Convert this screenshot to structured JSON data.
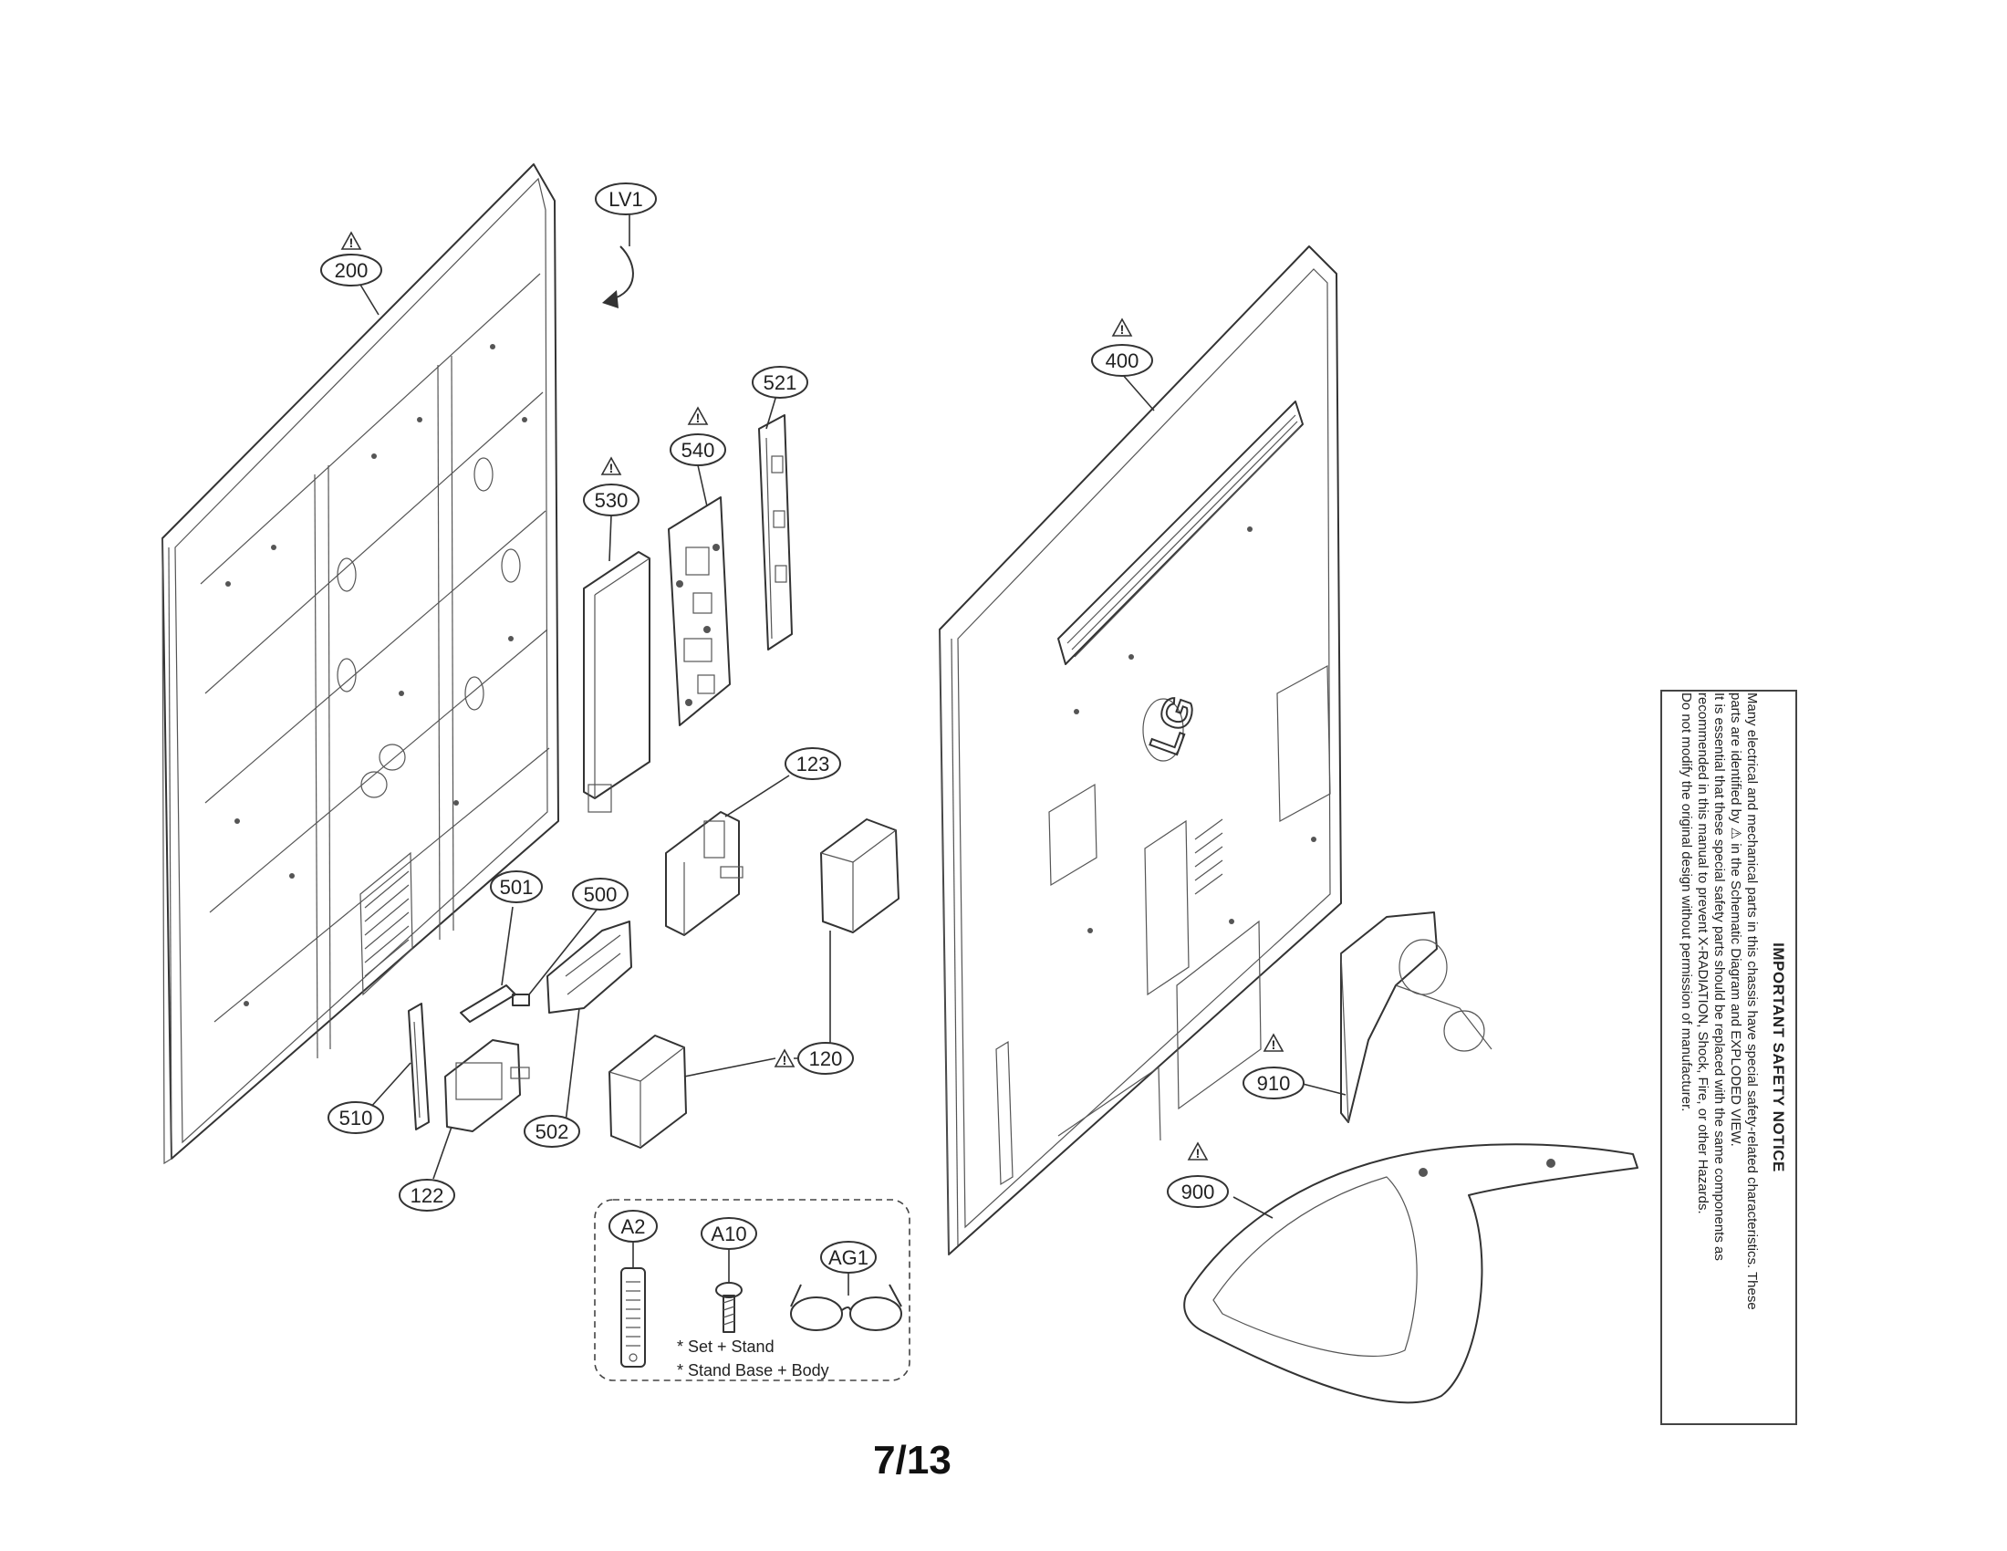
{
  "callouts": {
    "c200": "200",
    "clv1": "LV1",
    "c521": "521",
    "c540": "540",
    "c530": "530",
    "c400": "400",
    "c123": "123",
    "c501": "501",
    "c500": "500",
    "c120": "120",
    "c510": "510",
    "c502": "502",
    "c122": "122",
    "c910": "910",
    "c900": "900",
    "ca2": "A2",
    "ca10": "A10",
    "cag1": "AG1"
  },
  "warning_symbol": "!",
  "logo_text": "LG",
  "accessories_notes": [
    "* Set + Stand",
    "* Stand Base + Body"
  ],
  "page_number": "7/13",
  "safety_notice": {
    "title": "IMPORTANT SAFETY NOTICE",
    "lines": [
      "Many electrical and mechanical parts in this chassis have special safety-related characteristics. These",
      "parts are identified by ⚠ in the Schematic Diagram and EXPLODED VIEW.",
      "It is essential that these special safety parts should be replaced with the same components as",
      "recommended in this manual to prevent X-RADIATION, Shock, Fire, or other Hazards.",
      "Do not modify the original design without permission of manufacturer."
    ]
  },
  "icons": [
    "warning-triangle-icon",
    "arrow-curve-icon",
    "remote-control-icon",
    "screw-icon",
    "3d-glasses-icon"
  ]
}
